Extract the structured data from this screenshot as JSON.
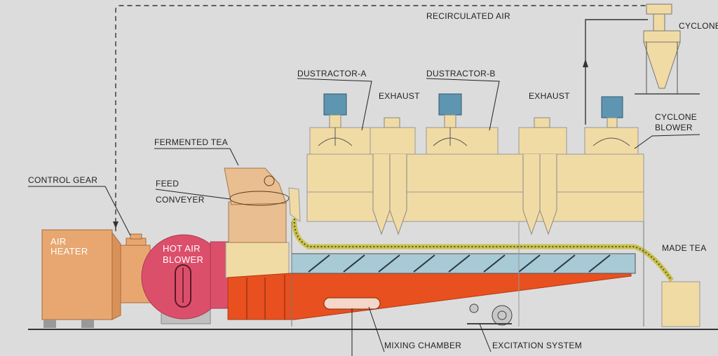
{
  "colors": {
    "background": "#dcdcdc",
    "heater": "#e8a770",
    "blower": "#dc4f6b",
    "chamber": "#e8501f",
    "structure": "#f1dba5",
    "motor": "#5e95b0",
    "bed": "#a8c9d6",
    "tea_stream": "#c9c24f",
    "line": "#333333"
  },
  "labels": {
    "recirculated_air": "RECIRCULATED AIR",
    "cyclone": "CYCLONE",
    "dustractor_a": "DUSTRACTOR-A",
    "dustractor_b": "DUSTRACTOR-B",
    "exhaust_1": "EXHAUST",
    "exhaust_2": "EXHAUST",
    "cyclone_blower_1": "CYCLONE",
    "cyclone_blower_2": "BLOWER",
    "fermented_tea": "FERMENTED TEA",
    "control_gear": "CONTROL GEAR",
    "feed_1": "FEED",
    "feed_2": "CONVEYER",
    "air_heater_1": "AIR",
    "air_heater_2": "HEATER",
    "hot_air_blower_1": "HOT AIR",
    "hot_air_blower_2": "BLOWER",
    "made_tea": "MADE TEA",
    "mixing_chamber": "MIXING CHAMBER",
    "excitation_system": "EXCITATION SYSTEM"
  }
}
